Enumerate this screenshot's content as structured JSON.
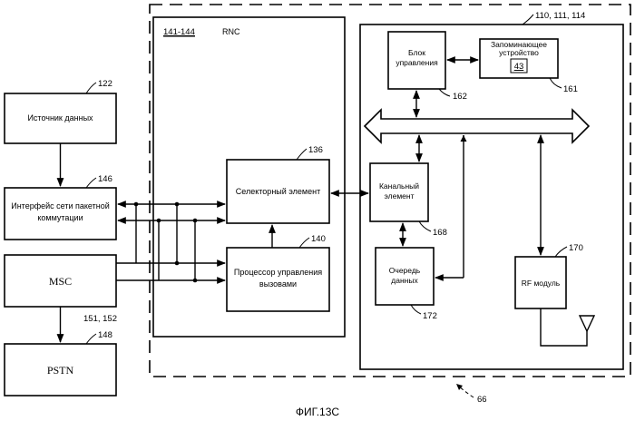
{
  "labels": {
    "data_source": "Источник данных",
    "packet_interface_l1": "Интерфейс сети пакетной",
    "packet_interface_l2": "коммутации",
    "msc": "MSC",
    "pstn": "PSTN",
    "rnc_range": "141-144",
    "rnc": "RNC",
    "selector": "Селекторный элемент",
    "call_processor_l1": "Процессор управления",
    "call_processor_l2": "вызовами",
    "control_l1": "Блок",
    "control_l2": "управления",
    "memory_l1": "Запоминающее",
    "memory_l2": "устройство",
    "memory_num": "43",
    "channel_l1": "Канальный",
    "channel_l2": "элемент",
    "queue_l1": "Очередь",
    "queue_l2": "данных",
    "rf": "RF модуль",
    "caption": "ФИГ.13С"
  },
  "refs": {
    "r122": "122",
    "r146": "146",
    "r151": "151, 152",
    "r148": "148",
    "r136": "136",
    "r140": "140",
    "r110": "110, 111, 114",
    "r162": "162",
    "r161": "161",
    "r168": "168",
    "r172": "172",
    "r170": "170",
    "r66": "66"
  }
}
